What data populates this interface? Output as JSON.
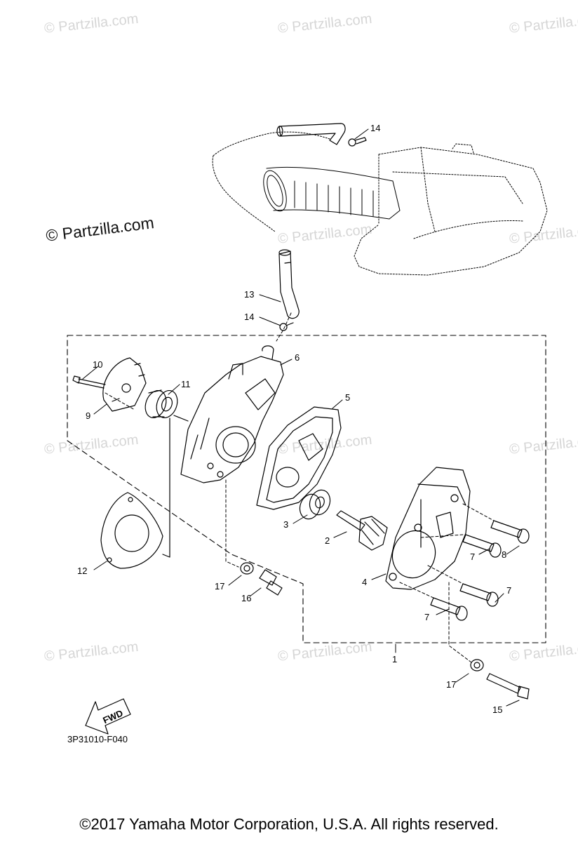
{
  "watermarks": {
    "text": "© Partzilla.com",
    "main": "© Partzilla.com"
  },
  "callouts": {
    "c1": "1",
    "c2": "2",
    "c3": "3",
    "c4": "4",
    "c5": "5",
    "c6": "6",
    "c7a": "7",
    "c7b": "7",
    "c7c": "7",
    "c8": "8",
    "c9": "9",
    "c10": "10",
    "c11": "11",
    "c12": "12",
    "c13": "13",
    "c14a": "14",
    "c14b": "14",
    "c15": "15",
    "c16": "16",
    "c17a": "17",
    "c17b": "17"
  },
  "fwd_label": "FWD",
  "diagram_code": "3P31010-F040",
  "copyright": "©2017 Yamaha Motor Corporation, U.S.A. All rights reserved.",
  "colors": {
    "line": "#000000",
    "watermark": "#d6d6d6",
    "background": "#ffffff"
  }
}
